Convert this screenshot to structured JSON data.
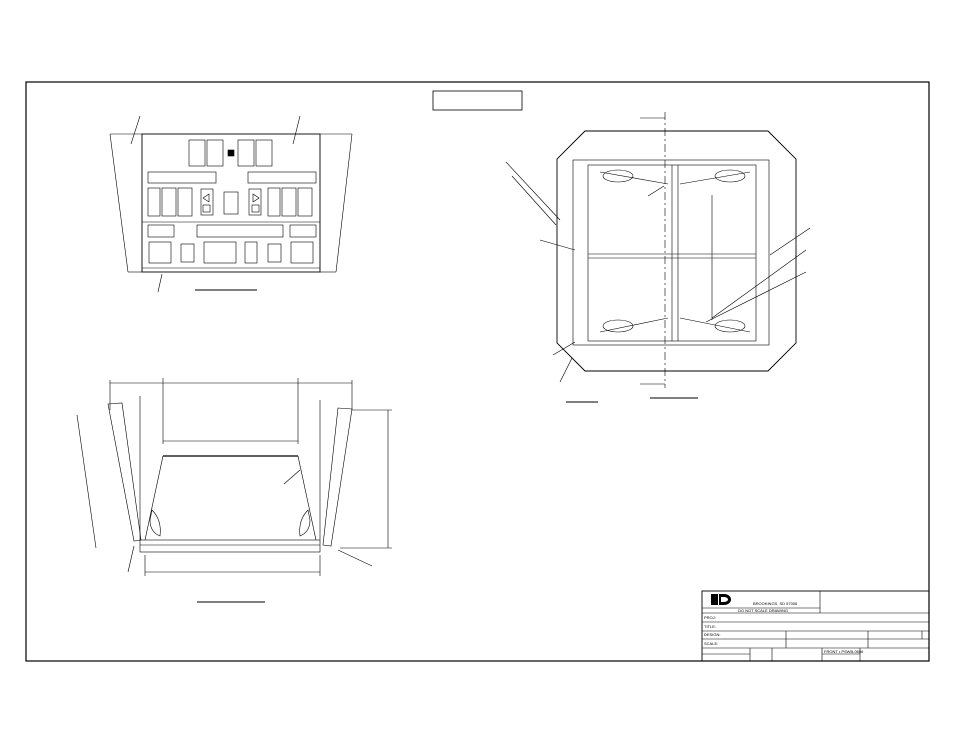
{
  "title_block": {
    "address": "BROOKINGS, SD 57006",
    "note": "DO NOT SCALE DRAWING",
    "fields": [
      "PROJ:",
      "TITLE:",
      "DESIGN:",
      "SCALE:"
    ],
    "box_label": "FRONT • PSWB-0656"
  },
  "colors": {
    "line": "#000000",
    "paper": "#ffffff"
  }
}
